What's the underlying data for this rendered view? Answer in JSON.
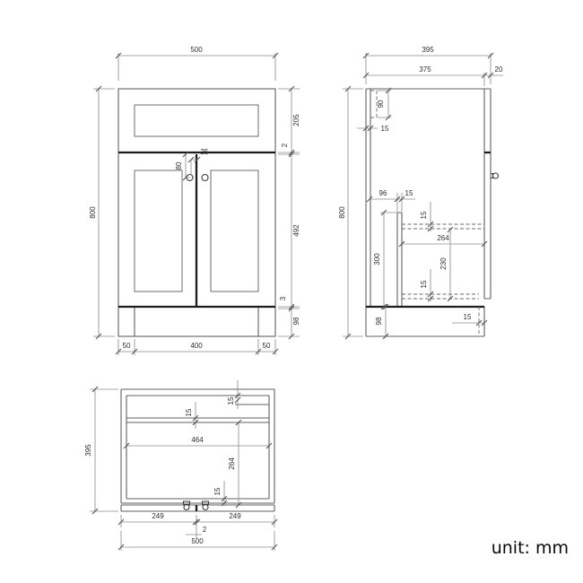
{
  "front_view": {
    "overall_width": "500",
    "overall_height": "800",
    "drawer_front_height": "205",
    "drawer_gap": "2",
    "door_height": "492",
    "door_gap": "3",
    "plinth_height": "98",
    "plinth_inset_left": "50",
    "plinth_width": "400",
    "plinth_inset_right": "50",
    "handle_drop": "80",
    "handle_offset": "25"
  },
  "side_view": {
    "overall_depth": "395",
    "carcass_depth": "375",
    "door_thickness": "20",
    "overall_height": "800",
    "hanging_rail_height": "90",
    "back_panel_thickness": "15",
    "partition_setback": "96",
    "partition_thickness": "15",
    "shelf_thickness": "15",
    "internal_depth": "264",
    "compartment_height": "230",
    "partition_height": "300",
    "bottom_panel_thickness": "15",
    "plinth_height": "98",
    "plinth_recess": "15"
  },
  "plan_view": {
    "overall_depth": "395",
    "rail_thickness": "15",
    "back_panel_thickness": "15",
    "internal_width": "464",
    "internal_depth": "264",
    "front_panel_thickness": "15",
    "left_door_width": "249",
    "door_gap": "2",
    "right_door_width": "249",
    "overall_width": "500"
  },
  "footer": {
    "unit_label": "unit: mm"
  }
}
